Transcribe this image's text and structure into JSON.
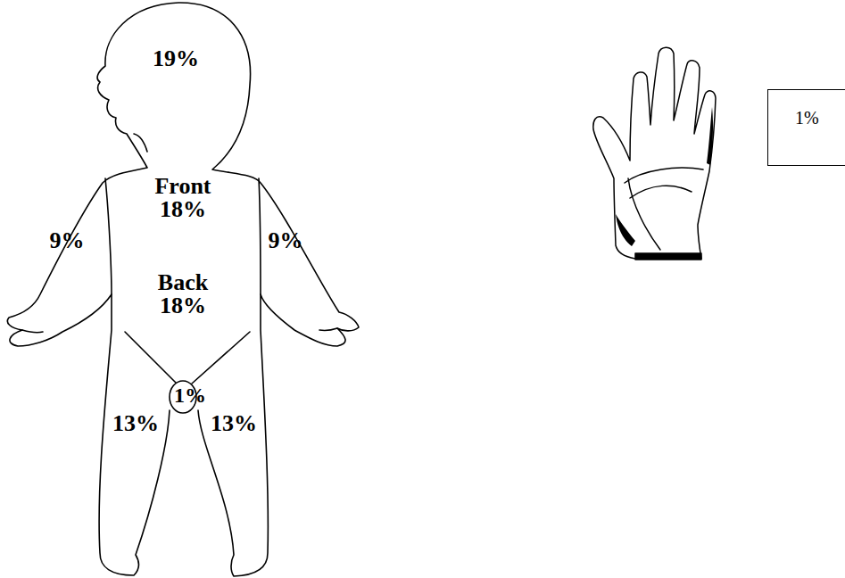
{
  "diagram": {
    "nodes": [
      {
        "text": [
          "1%"
        ]
      },
      {
        "text": [
          "1%"
        ]
      }
    ],
    "labels": [
      "19%",
      "Front 18%",
      "9%",
      "9%",
      "Back 18%",
      "13%",
      "13%"
    ]
  }
}
